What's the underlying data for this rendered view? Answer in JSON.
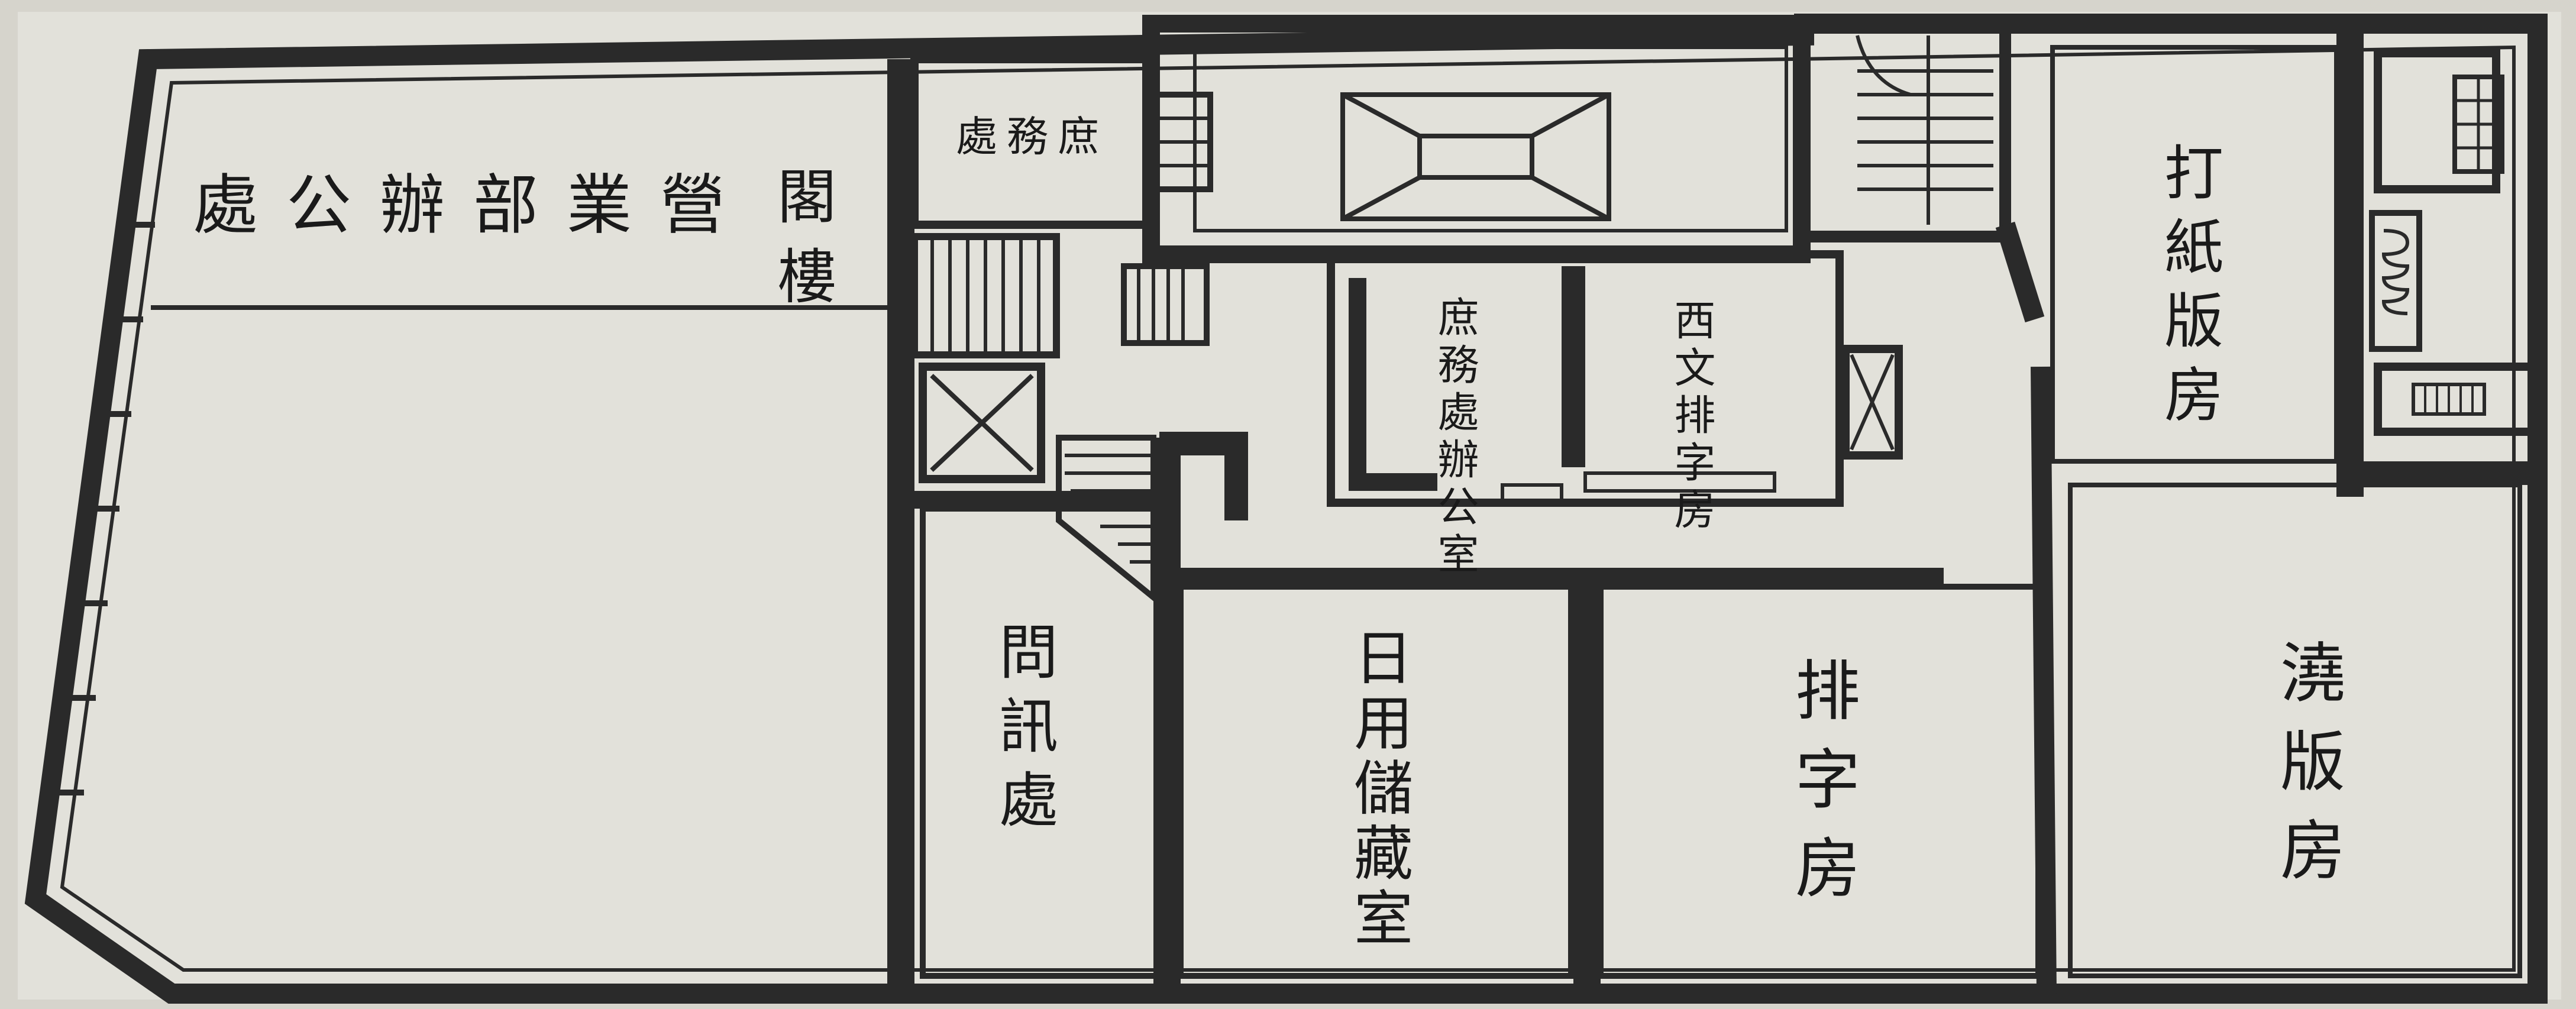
{
  "colors": {
    "paper": "#e4e3dd",
    "ink": "#1c1c1c",
    "wall": "#2a2a2a",
    "wall_fill": "#4a4a48",
    "room_bg": "#ecebe6",
    "margin": "#d0cec6"
  },
  "rooms": {
    "mezzanine_label": "閣樓",
    "business_office": "營業部辦公處",
    "general_affairs_top": "庶務處",
    "general_affairs_office": "庶務處辦公室",
    "western_typesetting": "西文排字房",
    "typing_room": "打紙版房",
    "inquiry": "問訊處",
    "daily_storage": "日用儲藏室",
    "typesetting": "排字房",
    "casting_room": "澆版房"
  }
}
